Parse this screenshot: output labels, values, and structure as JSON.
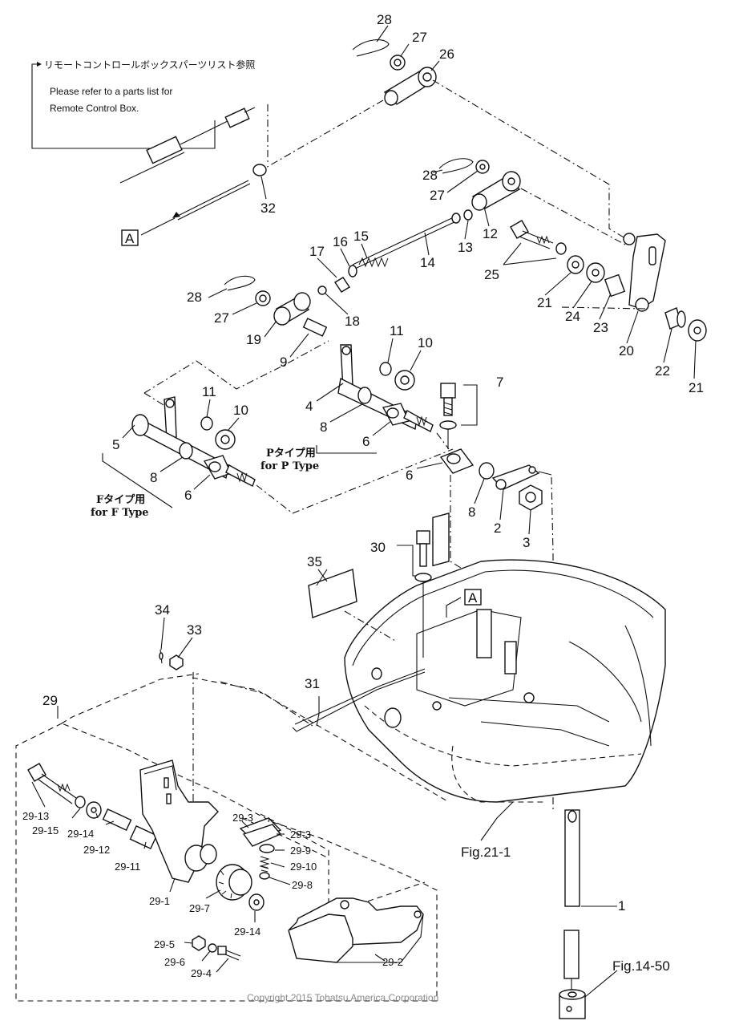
{
  "note": {
    "jp": "リモートコントロールボックスパーツリスト参照",
    "en_line1": "Please refer to a parts list for",
    "en_line2": "Remote Control Box."
  },
  "marker_a": "A",
  "type_labels": {
    "p_jp": "Pタイプ用",
    "p_en": "for P Type",
    "f_jp": "Fタイプ用",
    "f_en": "for F Type"
  },
  "fig_refs": {
    "fig21": "Fig.21-1",
    "fig14": "Fig.14-50"
  },
  "copyright": "Copyright 2015 Tohatsu America Corporation",
  "callouts": {
    "c28a": "28",
    "c27a": "27",
    "c26": "26",
    "c32": "32",
    "c28b": "28",
    "c27b": "27",
    "c12": "12",
    "c13": "13",
    "c14": "14",
    "c25": "25",
    "c21a": "21",
    "c24": "24",
    "c23": "23",
    "c20": "20",
    "c22": "22",
    "c21b": "21",
    "c17": "17",
    "c16": "16",
    "c15": "15",
    "c18": "18",
    "c28c": "28",
    "c27c": "27",
    "c19": "19",
    "c9": "9",
    "c11a": "11",
    "c10a": "10",
    "c4": "4",
    "c8a": "8",
    "c6a": "6",
    "c7": "7",
    "c11b": "11",
    "c10b": "10",
    "c5": "5",
    "c8b": "8",
    "c6b": "6",
    "c6c": "6",
    "c8c": "8",
    "c2": "2",
    "c3": "3",
    "c30": "30",
    "c35": "35",
    "c34": "34",
    "c33": "33",
    "c31": "31",
    "c29": "29",
    "c1": "1",
    "c29_13": "29-13",
    "c29_15": "29-15",
    "c29_14a": "29-14",
    "c29_12": "29-12",
    "c29_11": "29-11",
    "c29_1": "29-1",
    "c29_7": "29-7",
    "c29_3a": "29-3",
    "c29_3b": "29-3",
    "c29_9": "29-9",
    "c29_10": "29-10",
    "c29_8": "29-8",
    "c29_14b": "29-14",
    "c29_5": "29-5",
    "c29_6": "29-6",
    "c29_4": "29-4",
    "c29_2": "29-2"
  }
}
